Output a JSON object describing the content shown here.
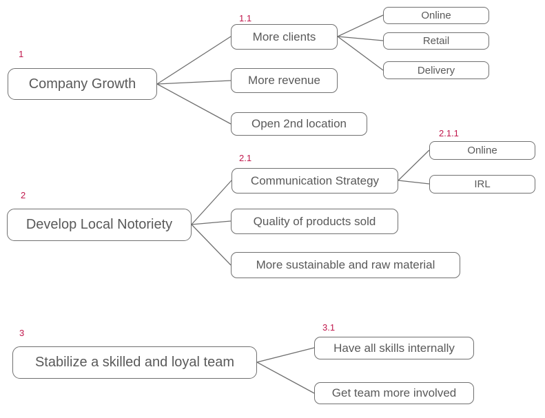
{
  "colors": {
    "number_label": "#c0164b",
    "node_text": "#595959",
    "node_border": "#6f6f6f",
    "connector": "#6e6e6e",
    "background": "#ffffff"
  },
  "trees": [
    {
      "root": {
        "number": "1",
        "label": "Company Growth"
      },
      "children": [
        {
          "number": "1.1",
          "label": "More clients",
          "children": [
            {
              "label": "Online"
            },
            {
              "label": "Retail"
            },
            {
              "label": "Delivery"
            }
          ]
        },
        {
          "label": "More revenue"
        },
        {
          "label": "Open 2nd location"
        }
      ]
    },
    {
      "root": {
        "number": "2",
        "label": "Develop Local Notoriety"
      },
      "children": [
        {
          "number": "2.1",
          "label": "Communication Strategy",
          "children": [
            {
              "number": "2.1.1",
              "label": "Online"
            },
            {
              "label": "IRL"
            }
          ]
        },
        {
          "label": "Quality of products sold"
        },
        {
          "label": "More sustainable and raw material"
        }
      ]
    },
    {
      "root": {
        "number": "3",
        "label": "Stabilize a skilled and loyal team"
      },
      "children": [
        {
          "number": "3.1",
          "label": "Have all skills internally"
        },
        {
          "label": "Get team more involved"
        }
      ]
    }
  ]
}
